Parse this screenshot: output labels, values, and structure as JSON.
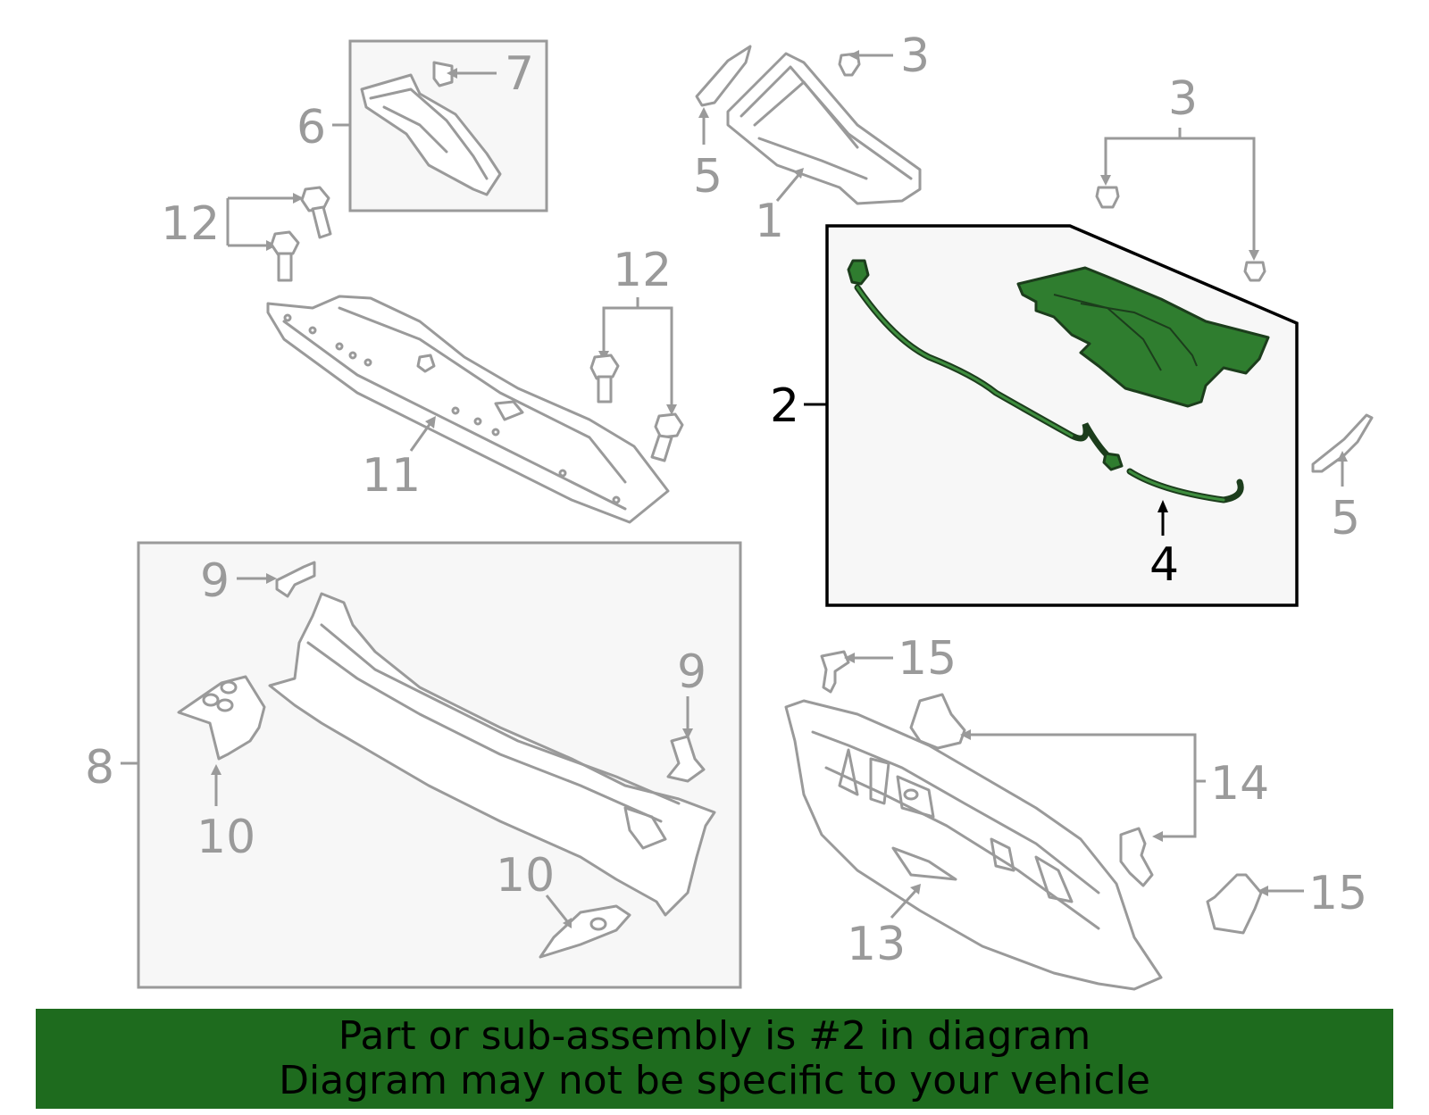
{
  "callouts": {
    "c1": "1",
    "c2": "2",
    "c3a": "3",
    "c3b": "3",
    "c4": "4",
    "c5a": "5",
    "c5b": "5",
    "c6": "6",
    "c7": "7",
    "c8": "8",
    "c9a": "9",
    "c9b": "9",
    "c10a": "10",
    "c10b": "10",
    "c11": "11",
    "c12a": "12",
    "c12b": "12",
    "c13": "13",
    "c14": "14",
    "c15a": "15",
    "c15b": "15"
  },
  "banner": {
    "line1": "Part or sub-assembly is #2 in diagram",
    "line2": "Diagram may not be specific to your vehicle"
  },
  "colors": {
    "highlight_green": "#2f7d2f",
    "banner_green": "#1e6b1e",
    "outline_gray": "#9a9a9a"
  }
}
